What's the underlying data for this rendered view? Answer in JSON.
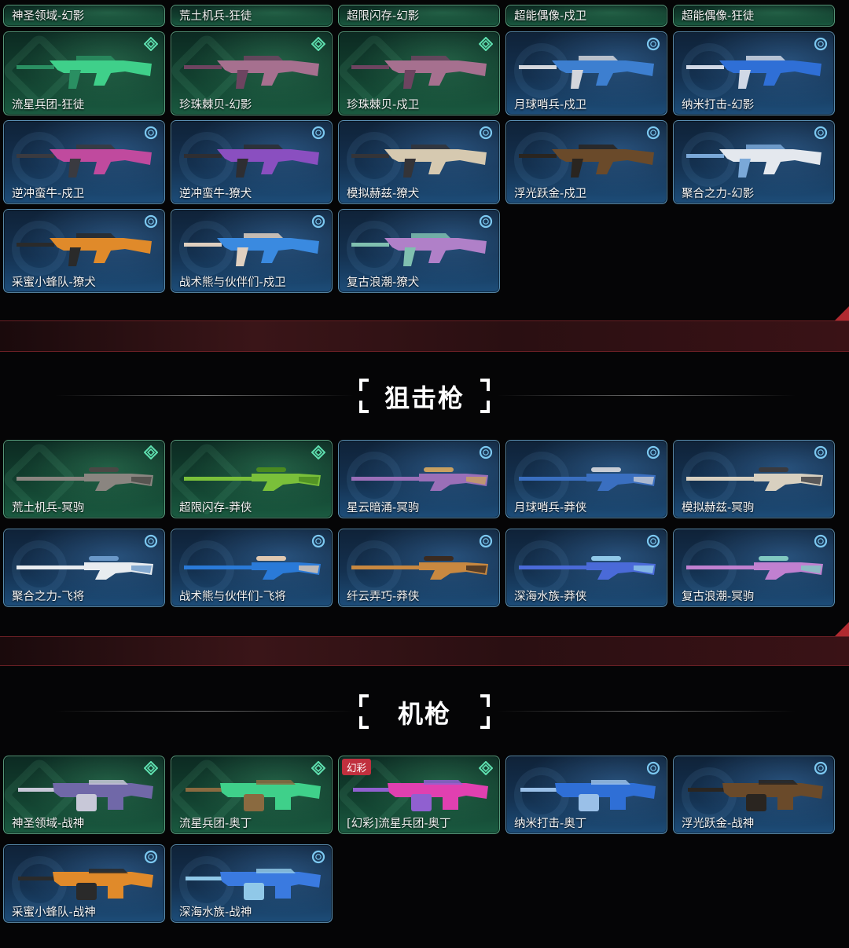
{
  "top_rows": [
    {
      "name": "神圣领域-幻影",
      "tier": "green"
    },
    {
      "name": "荒土机兵-狂徒",
      "tier": "green"
    },
    {
      "name": "超限闪存-幻影",
      "tier": "green"
    },
    {
      "name": "超能偶像-戍卫",
      "tier": "green"
    },
    {
      "name": "超能偶像-狂徒",
      "tier": "green"
    },
    {
      "name": "流星兵团-狂徒",
      "tier": "green",
      "colors": [
        "#3fd08a",
        "#2a8f62"
      ]
    },
    {
      "name": "珍珠棘贝-幻影",
      "tier": "green",
      "colors": [
        "#a6708f",
        "#6d4460"
      ]
    },
    {
      "name": "珍珠棘贝-戍卫",
      "tier": "green",
      "colors": [
        "#a6708f",
        "#6d4460"
      ]
    },
    {
      "name": "月球哨兵-戍卫",
      "tier": "blue",
      "colors": [
        "#3d7fd0",
        "#d3d6dc"
      ]
    },
    {
      "name": "纳米打击-幻影",
      "tier": "blue",
      "colors": [
        "#2f6fd6",
        "#d0d8e6"
      ]
    },
    {
      "name": "逆冲蛮牛-戍卫",
      "tier": "blue",
      "colors": [
        "#c04a9e",
        "#3a3a40"
      ]
    },
    {
      "name": "逆冲蛮牛-獠犬",
      "tier": "blue",
      "colors": [
        "#8a4fc0",
        "#2e2e32"
      ]
    },
    {
      "name": "模拟赫兹-獠犬",
      "tier": "blue",
      "colors": [
        "#d6c9b0",
        "#343438"
      ]
    },
    {
      "name": "浮光跃金-戍卫",
      "tier": "blue",
      "colors": [
        "#6a4a2a",
        "#2a2520"
      ]
    },
    {
      "name": "聚合之力-幻影",
      "tier": "blue",
      "colors": [
        "#e4e8ee",
        "#7aa8d8"
      ]
    },
    {
      "name": "采蜜小蜂队-獠犬",
      "tier": "blue",
      "colors": [
        "#e08a2a",
        "#2a2a2a"
      ]
    },
    {
      "name": "战术熊与伙伴们-戍卫",
      "tier": "blue",
      "colors": [
        "#3a8ae0",
        "#e0d0c0"
      ]
    },
    {
      "name": "复古浪潮-獠犬",
      "tier": "blue",
      "colors": [
        "#b080c8",
        "#80c0b0"
      ]
    }
  ],
  "sections": [
    {
      "title": "狙击枪",
      "items": [
        {
          "name": "荒土机兵-冥驹",
          "tier": "green",
          "colors": [
            "#8a8580",
            "#4a4845"
          ]
        },
        {
          "name": "超限闪存-莽侠",
          "tier": "green",
          "colors": [
            "#7ac03a",
            "#4a8a20"
          ]
        },
        {
          "name": "星云暗涌-冥驹",
          "tier": "blue",
          "colors": [
            "#9a6fb8",
            "#c8a060"
          ]
        },
        {
          "name": "月球哨兵-莽侠",
          "tier": "blue",
          "colors": [
            "#3a6fc0",
            "#c8ccd4"
          ]
        },
        {
          "name": "模拟赫兹-冥驹",
          "tier": "blue",
          "colors": [
            "#d8d0c0",
            "#3a3a3e"
          ]
        },
        {
          "name": "聚合之力-飞将",
          "tier": "blue",
          "colors": [
            "#e8ecf0",
            "#6a98c8"
          ]
        },
        {
          "name": "战术熊与伙伴们-飞将",
          "tier": "blue",
          "colors": [
            "#2a7ad8",
            "#e0c8b0"
          ]
        },
        {
          "name": "纤云弄巧-莽侠",
          "tier": "blue",
          "colors": [
            "#c88840",
            "#3a2a20"
          ]
        },
        {
          "name": "深海水族-莽侠",
          "tier": "blue",
          "colors": [
            "#4a6ad8",
            "#90c8e8"
          ]
        },
        {
          "name": "复古浪潮-冥驹",
          "tier": "blue",
          "colors": [
            "#c080d0",
            "#80c8c0"
          ]
        }
      ]
    },
    {
      "title": "机枪",
      "items": [
        {
          "name": "神圣领域-战神",
          "tier": "green",
          "colors": [
            "#7068a8",
            "#c8c8d8"
          ],
          "badge": ""
        },
        {
          "name": "流星兵团-奥丁",
          "tier": "green",
          "colors": [
            "#3fd08a",
            "#8a6a40"
          ],
          "badge": ""
        },
        {
          "name": "[幻彩]流星兵团-奥丁",
          "tier": "green",
          "colors": [
            "#e040b0",
            "#9060d0"
          ],
          "badge": "幻彩"
        },
        {
          "name": "纳米打击-奥丁",
          "tier": "blue",
          "colors": [
            "#2f6fd6",
            "#9ac0e8"
          ],
          "badge": ""
        },
        {
          "name": "浮光跃金-战神",
          "tier": "blue",
          "colors": [
            "#6a4a2a",
            "#2a2520"
          ],
          "badge": ""
        },
        {
          "name": "采蜜小蜂队-战神",
          "tier": "blue",
          "colors": [
            "#e08a2a",
            "#2a2a2a"
          ],
          "badge": ""
        },
        {
          "name": "深海水族-战神",
          "tier": "blue",
          "colors": [
            "#3a7ae0",
            "#90c8e8"
          ],
          "badge": ""
        }
      ]
    }
  ]
}
